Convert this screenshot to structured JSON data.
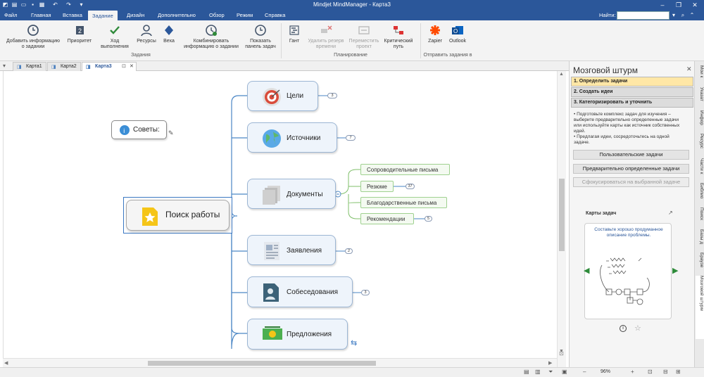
{
  "window": {
    "title": "Mindjet MindManager - Карта3"
  },
  "menu": {
    "tabs": [
      "Файл",
      "Главная",
      "Вставка",
      "Задание",
      "Дизайн",
      "Дополнительно",
      "Обзор",
      "Режим",
      "Справка"
    ],
    "active_tab": "Задание",
    "find_label": "Найти:"
  },
  "ribbon": {
    "buttons": [
      {
        "label": "Добавить информацию\nо задании",
        "icon": "add-task-info-icon"
      },
      {
        "label": "Приоритет",
        "icon": "priority-icon"
      },
      {
        "label": "Ход\nвыполнения",
        "icon": "progress-icon"
      },
      {
        "label": "Ресурсы",
        "icon": "resources-icon"
      },
      {
        "label": "Веха",
        "icon": "milestone-icon"
      },
      {
        "label": "Комбинировать\nинформацию о задании",
        "icon": "combine-info-icon"
      },
      {
        "label": "Показать\nпанель задач",
        "icon": "show-task-pane-icon"
      },
      {
        "label": "Гант",
        "icon": "gantt-icon"
      },
      {
        "label": "Удалить резерв\nвремени",
        "icon": "remove-slack-icon"
      },
      {
        "label": "Переместить\nпроект",
        "icon": "move-project-icon"
      },
      {
        "label": "Критический\nпуть",
        "icon": "critical-path-icon"
      },
      {
        "label": "Zapier",
        "icon": "zapier-icon"
      },
      {
        "label": "Outlook",
        "icon": "outlook-icon"
      }
    ],
    "groups": [
      "Задания",
      "Планирование",
      "Отправить задания в"
    ]
  },
  "doc_tabs": [
    "Карта1",
    "Карта2",
    "Карта3"
  ],
  "active_doc_tab": "Карта3",
  "map": {
    "central": "Поиск работы",
    "callout": "Советы:",
    "topics": [
      {
        "label": "Цели",
        "badge": "3",
        "icon": "target-icon"
      },
      {
        "label": "Источники",
        "badge": "7",
        "icon": "globe-icon"
      },
      {
        "label": "Документы",
        "badge": "",
        "icon": "documents-icon"
      },
      {
        "label": "Заявления",
        "badge": "2",
        "icon": "newspaper-icon"
      },
      {
        "label": "Собеседования",
        "badge": "3",
        "icon": "interview-icon"
      },
      {
        "label": "Предложения",
        "badge": "",
        "icon": "money-icon"
      }
    ],
    "subtopics": [
      {
        "label": "Сопроводительные письма",
        "badge": ""
      },
      {
        "label": "Резюме",
        "badge": "37"
      },
      {
        "label": "Благодарственные письма",
        "badge": ""
      },
      {
        "label": "Рекомендации",
        "badge": "5"
      }
    ]
  },
  "panel": {
    "title": "Мозговой штурм",
    "steps": [
      "1. Определить задачи",
      "2. Создать идеи",
      "3. Категоризировать и уточнить"
    ],
    "bullets": [
      "• Подготовьте комплекс задач для изучения – выберите предварительно определенные задачи или используйте карты как источник собственных идей.",
      "• Предлагая идеи, сосредоточьтесь на одной задаче."
    ],
    "buttons": [
      "Пользовательские задачи",
      "Предварительно определенные задачи",
      "Сфокусироваться на выбранной задаче"
    ],
    "card_title": "Карты задач",
    "card_text": "Составьте хорошо продуманное описание проблемы."
  },
  "rail_tabs": [
    "Мои к",
    "Указат",
    "Инфор",
    "Ресурс",
    "Части к",
    "Библио",
    "Поиск",
    "Базы д",
    "Браузе",
    "Мозговой штурм"
  ],
  "status": {
    "zoom": "96%"
  },
  "colors": {
    "accent": "#2b579a",
    "topic_fill": "#eef4fb",
    "subtopic_border": "#9fd18f",
    "step_active": "#ffe7a6"
  }
}
